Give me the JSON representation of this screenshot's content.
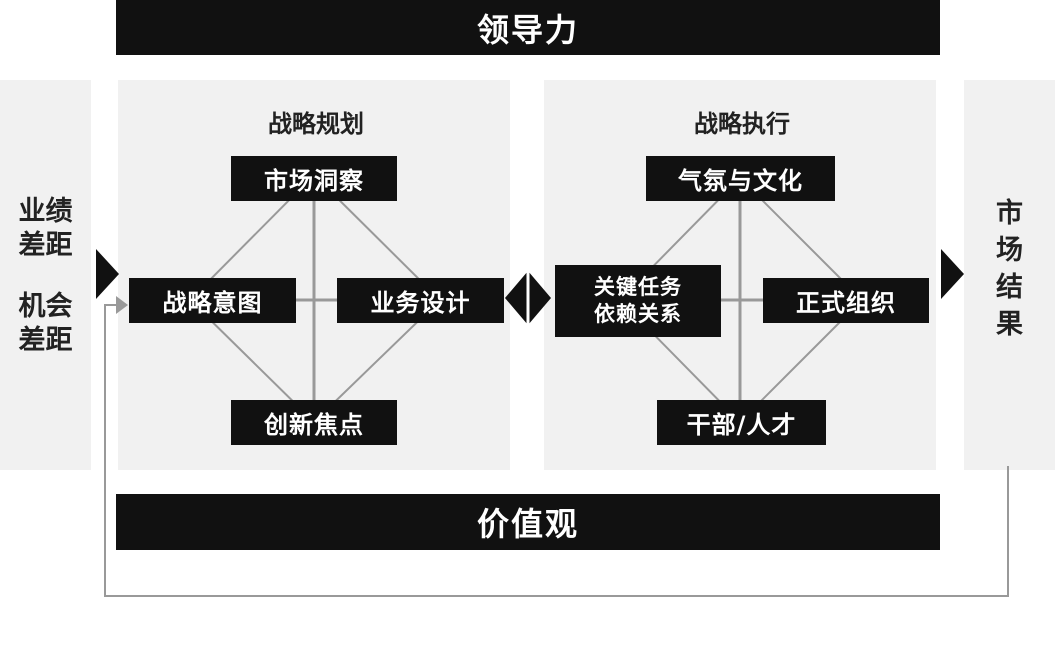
{
  "top_bar": {
    "label": "领导力"
  },
  "bottom_bar": {
    "label": "价值观"
  },
  "left_panel": {
    "lines": [
      "业绩",
      "差距",
      "机会",
      "差距"
    ]
  },
  "right_panel": {
    "chars": [
      "市",
      "场",
      "结",
      "果"
    ]
  },
  "strategy_planning": {
    "title": "战略规划",
    "nodes": {
      "top": "市场洞察",
      "left": "战略意图",
      "right": "业务设计",
      "bottom": "创新焦点"
    }
  },
  "strategy_execution": {
    "title": "战略执行",
    "nodes": {
      "top": "气氛与文化",
      "left_line1": "关键任务",
      "left_line2": "依赖关系",
      "right": "正式组织",
      "bottom": "干部/人才"
    }
  },
  "colors": {
    "dark": "#111111",
    "panel": "#f1f1f1",
    "line": "#999999"
  }
}
